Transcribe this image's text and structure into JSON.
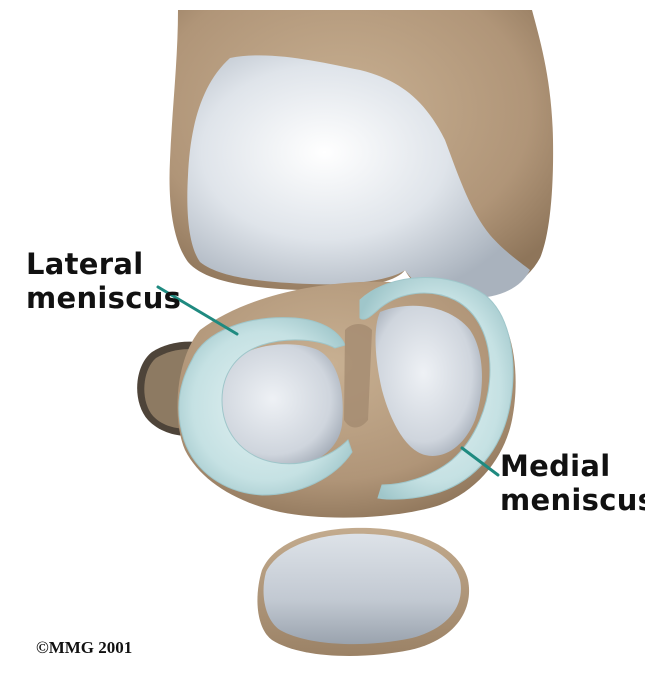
{
  "labels": {
    "lateral": {
      "line1": "Lateral",
      "line2": "meniscus"
    },
    "medial": {
      "line1": "Medial",
      "line2": "meniscus"
    }
  },
  "copyright": "©MMG 2001",
  "colors": {
    "bone": "#b89e80",
    "bone_shadow": "#8a7258",
    "cartilage": "#d7dde4",
    "cartilage_highlight": "#f4f6f8",
    "meniscus": "#c9e4e6",
    "meniscus_edge": "#9fc8cc",
    "pointer_line": "#1f8a80"
  }
}
